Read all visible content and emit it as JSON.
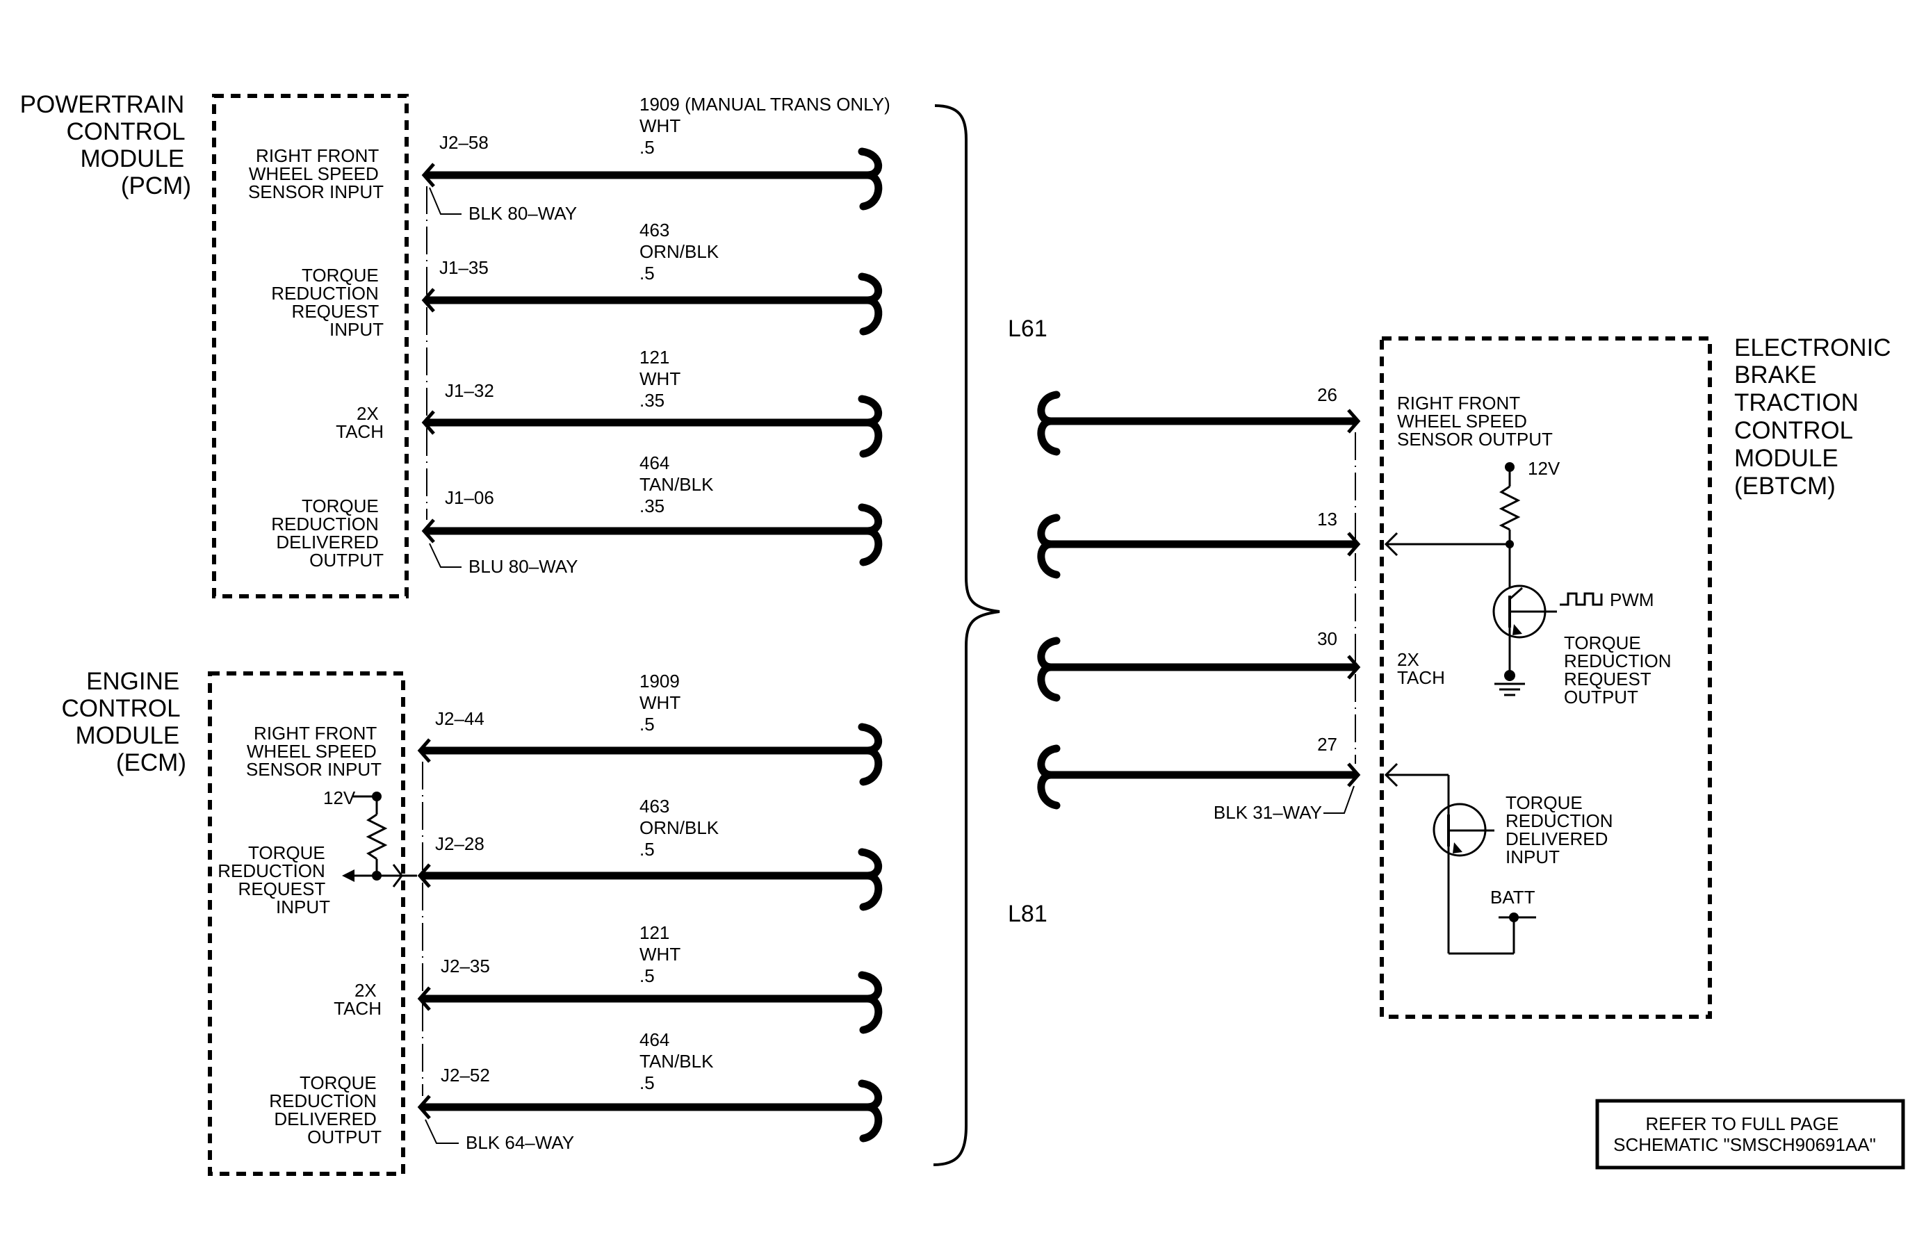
{
  "modules": {
    "pcm": {
      "title": [
        "POWERTRAIN",
        "CONTROL",
        "MODULE",
        "(PCM)"
      ]
    },
    "ecm": {
      "title": [
        "ENGINE",
        "CONTROL",
        "MODULE",
        "(ECM)"
      ]
    },
    "ebtcm": {
      "title": [
        "ELECTRONIC",
        "BRAKE",
        "TRACTION",
        "CONTROL",
        "MODULE",
        "(EBTCM)"
      ]
    }
  },
  "pcm_pins": [
    {
      "label": [
        "RIGHT FRONT",
        "WHEEL SPEED",
        "SENSOR INPUT"
      ],
      "pin": "J2–58",
      "circuit": [
        "1909 (MANUAL TRANS ONLY)",
        "WHT",
        ".5"
      ]
    },
    {
      "label": [
        "TORQUE",
        "REDUCTION",
        "REQUEST",
        "INPUT"
      ],
      "pin": "J1–35",
      "circuit": [
        "463",
        "ORN/BLK",
        ".5"
      ]
    },
    {
      "label": [
        "2X",
        "TACH"
      ],
      "pin": "J1–32",
      "circuit": [
        "121",
        "WHT",
        ".35"
      ]
    },
    {
      "label": [
        "TORQUE",
        "REDUCTION",
        "DELIVERED",
        "OUTPUT"
      ],
      "pin": "J1–06",
      "circuit": [
        "464",
        "TAN/BLK",
        ".35"
      ]
    }
  ],
  "pcm_connectors": {
    "top": "BLK 80–WAY",
    "bottom": "BLU 80–WAY"
  },
  "ecm_pins": [
    {
      "label": [
        "RIGHT FRONT",
        "WHEEL SPEED",
        "SENSOR INPUT"
      ],
      "pin": "J2–44",
      "circuit": [
        "1909",
        "WHT",
        ".5"
      ]
    },
    {
      "label": [
        "TORQUE",
        "REDUCTION",
        "REQUEST",
        "INPUT"
      ],
      "pin": "J2–28",
      "circuit": [
        "463",
        "ORN/BLK",
        ".5"
      ]
    },
    {
      "label": [
        "2X",
        "TACH"
      ],
      "pin": "J2–35",
      "circuit": [
        "121",
        "WHT",
        ".5"
      ]
    },
    {
      "label": [
        "TORQUE",
        "REDUCTION",
        "DELIVERED",
        "OUTPUT"
      ],
      "pin": "J2–52",
      "circuit": [
        "464",
        "TAN/BLK",
        ".5"
      ]
    }
  ],
  "ecm_connector": "BLK 64–WAY",
  "ecm_12v": "12V",
  "engine_options": {
    "l61": "L61",
    "l81": "L81"
  },
  "ebtcm_pins": [
    "26",
    "13",
    "30",
    "27"
  ],
  "ebtcm_connector": "BLK 31–WAY",
  "ebtcm_labels": {
    "wss_output": [
      "RIGHT FRONT",
      "WHEEL SPEED",
      "SENSOR OUTPUT"
    ],
    "v12": "12V",
    "pwm": "PWM",
    "trr_output": [
      "TORQUE",
      "REDUCTION",
      "REQUEST",
      "OUTPUT"
    ],
    "tach": [
      "2X",
      "TACH"
    ],
    "trd_input": [
      "TORQUE",
      "REDUCTION",
      "DELIVERED",
      "INPUT"
    ],
    "batt": "BATT"
  },
  "note": [
    "REFER TO FULL PAGE",
    "SCHEMATIC \"SMSCH90691AA\""
  ]
}
